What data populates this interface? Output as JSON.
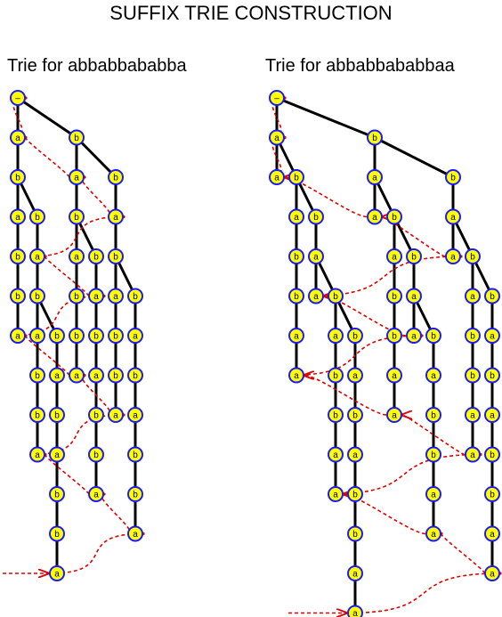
{
  "title": "SUFFIX TRIE CONSTRUCTION",
  "panels": [
    {
      "label": "Trie for abbabbababba"
    },
    {
      "label": "Trie for abbabbababbaa"
    }
  ],
  "root_label": "–"
}
